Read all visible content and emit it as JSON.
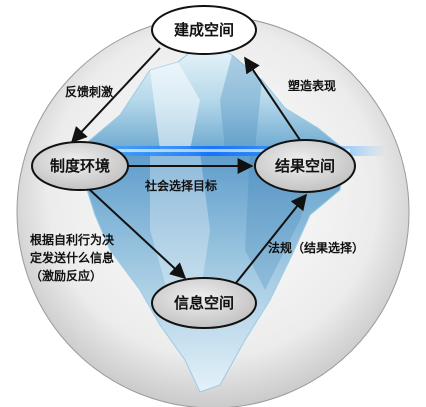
{
  "nodes": {
    "constructed_space": "建成空间",
    "institutional_environment": "制度环境",
    "outcome_space": "结果空间",
    "information_space": "信息空间"
  },
  "edges": {
    "feedback_stimulus": "反馈刺激",
    "shaping_representation": "塑造表现",
    "social_selection_goal": "社会选择目标",
    "regulation_outcome_selection": "法规（结果选择）",
    "decision_lines": [
      "根据自利行为决",
      "定发送什么信息",
      "（激励反应）"
    ]
  },
  "colors": {
    "background_circle": "#e6e6e6",
    "iceberg_light": "#dceef7",
    "iceberg_dark": "#5a9cc8",
    "waterline": "#3aa0ff",
    "node_white": "#ffffff",
    "node_gray": "#d2d2d2",
    "stroke": "#111111"
  }
}
